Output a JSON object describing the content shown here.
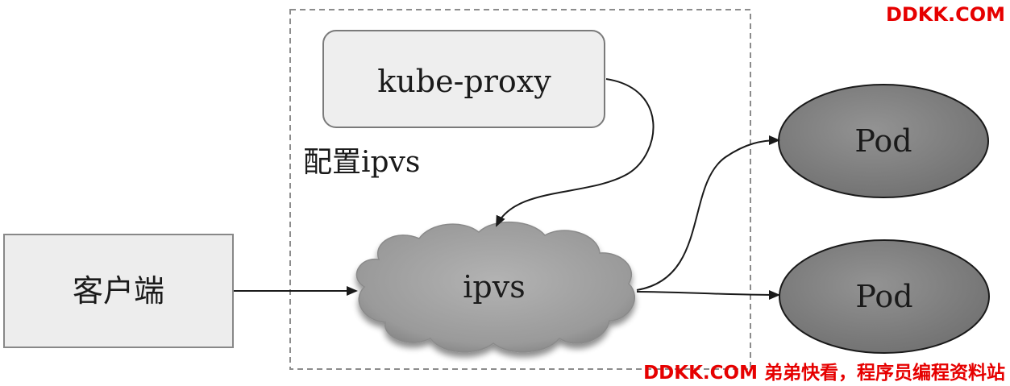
{
  "nodes": {
    "kube_proxy": "kube-proxy",
    "config_label": "配置ipvs",
    "ipvs": "ipvs",
    "client": "客户端",
    "pod_top": "Pod",
    "pod_bottom": "Pod"
  },
  "watermark": {
    "top": "DDKK.COM",
    "bottom": "DDKK.COM 弟弟快看，程序员编程资料站"
  },
  "colors": {
    "watermark": "#e60000",
    "pod_fill": "#7f7f7f",
    "cloud_fill": "#a3a3a3",
    "box_fill": "#ededed",
    "kube_proxy_fill": "#eeeeee",
    "dashed_border": "#8c8c8c",
    "arrow": "#1a1a1a"
  }
}
